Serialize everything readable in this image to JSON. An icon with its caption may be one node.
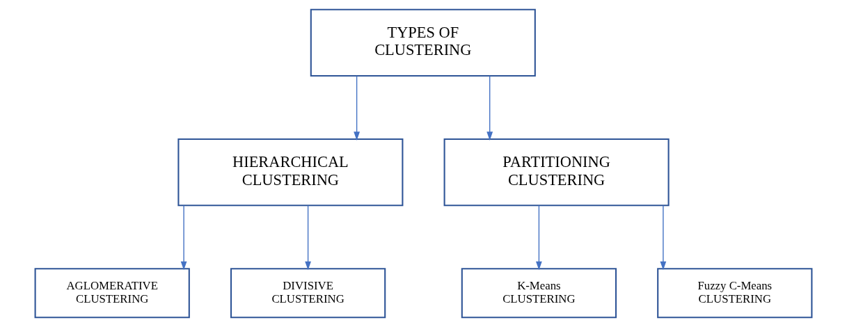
{
  "diagram": {
    "nodes": [
      {
        "text": [
          "TYPES OF CLUSTERING"
        ]
      },
      {
        "text": [
          "HIERARCHICAL CLUSTERING"
        ]
      },
      {
        "text": [
          "PARTITIONING CLUSTERING"
        ]
      },
      {
        "text": [
          "AGLOMERATIVE CLUSTERING"
        ]
      },
      {
        "text": [
          "DIVISIVE CLUSTERING"
        ]
      },
      {
        "text": [
          "K-Means CLUSTERING"
        ]
      },
      {
        "text": [
          "Fuzzy C-Means CLUSTERING"
        ]
      }
    ],
    "edges": [
      {
        "from": 0,
        "to": 1,
        "arrow": "to"
      },
      {
        "from": 0,
        "to": 2,
        "arrow": "to"
      },
      {
        "from": 1,
        "to": 3,
        "arrow": "to"
      },
      {
        "from": 1,
        "to": 4,
        "arrow": "to"
      },
      {
        "from": 2,
        "to": 5,
        "arrow": "to"
      },
      {
        "from": 2,
        "to": 6,
        "arrow": "to"
      }
    ]
  }
}
